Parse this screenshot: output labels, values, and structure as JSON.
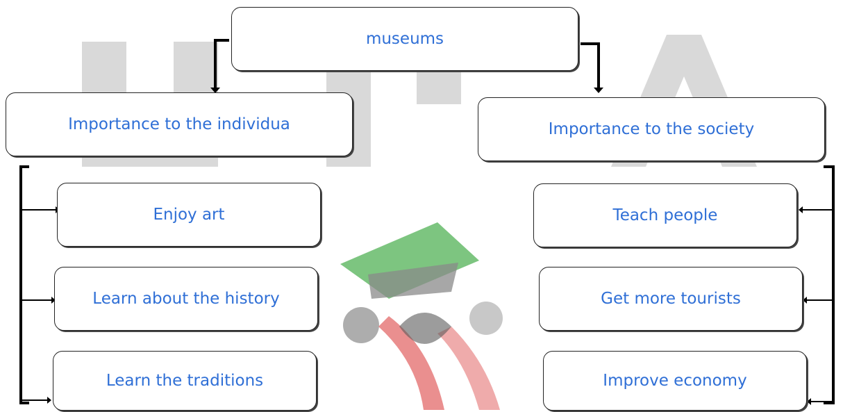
{
  "root": {
    "label": "museums"
  },
  "branches": [
    {
      "label": "Importance to the individua",
      "items": [
        "Enjoy art",
        "Learn about the history",
        "Learn the traditions"
      ]
    },
    {
      "label": "Importance to the society",
      "items": [
        "Teach people",
        "Get more tourists",
        "Improve economy"
      ]
    }
  ],
  "colors": {
    "text": "#2f6fd6",
    "border": "#222222",
    "watermark": "#d9d9d9",
    "logo_green": "#4caf50",
    "logo_red": "#e57373",
    "logo_gray": "#8a8a8a"
  }
}
